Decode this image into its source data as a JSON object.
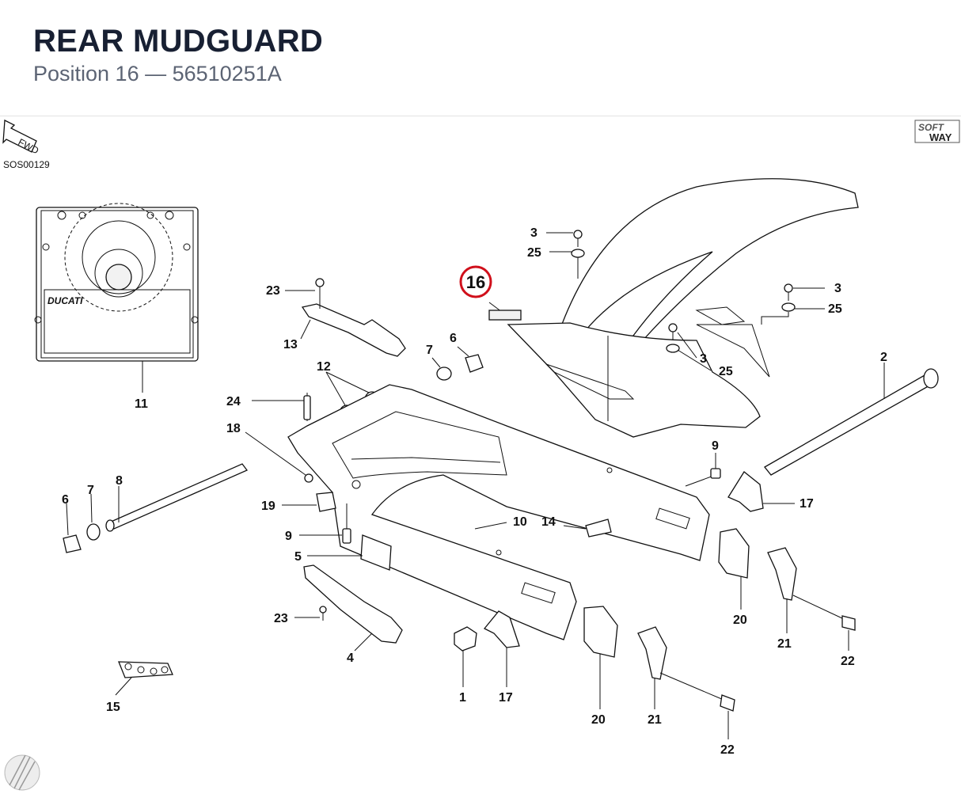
{
  "header": {
    "title": "REAR MUDGUARD",
    "subtitle": "Position 16 — 56510251A"
  },
  "diagram": {
    "code": "SOS00129",
    "fwd_label": "FWD",
    "brand_mark": "DUCATI",
    "logo_top": "SOFT",
    "logo_bottom": "WAY",
    "highlight": {
      "label": "16",
      "color": "#d0101b"
    }
  },
  "callouts": [
    "1",
    "2",
    "3",
    "3",
    "3",
    "4",
    "5",
    "6",
    "6",
    "7",
    "7",
    "8",
    "9",
    "9",
    "10",
    "11",
    "12",
    "13",
    "14",
    "15",
    "17",
    "17",
    "18",
    "19",
    "20",
    "20",
    "21",
    "21",
    "22",
    "22",
    "23",
    "23",
    "24",
    "25",
    "25",
    "25"
  ]
}
